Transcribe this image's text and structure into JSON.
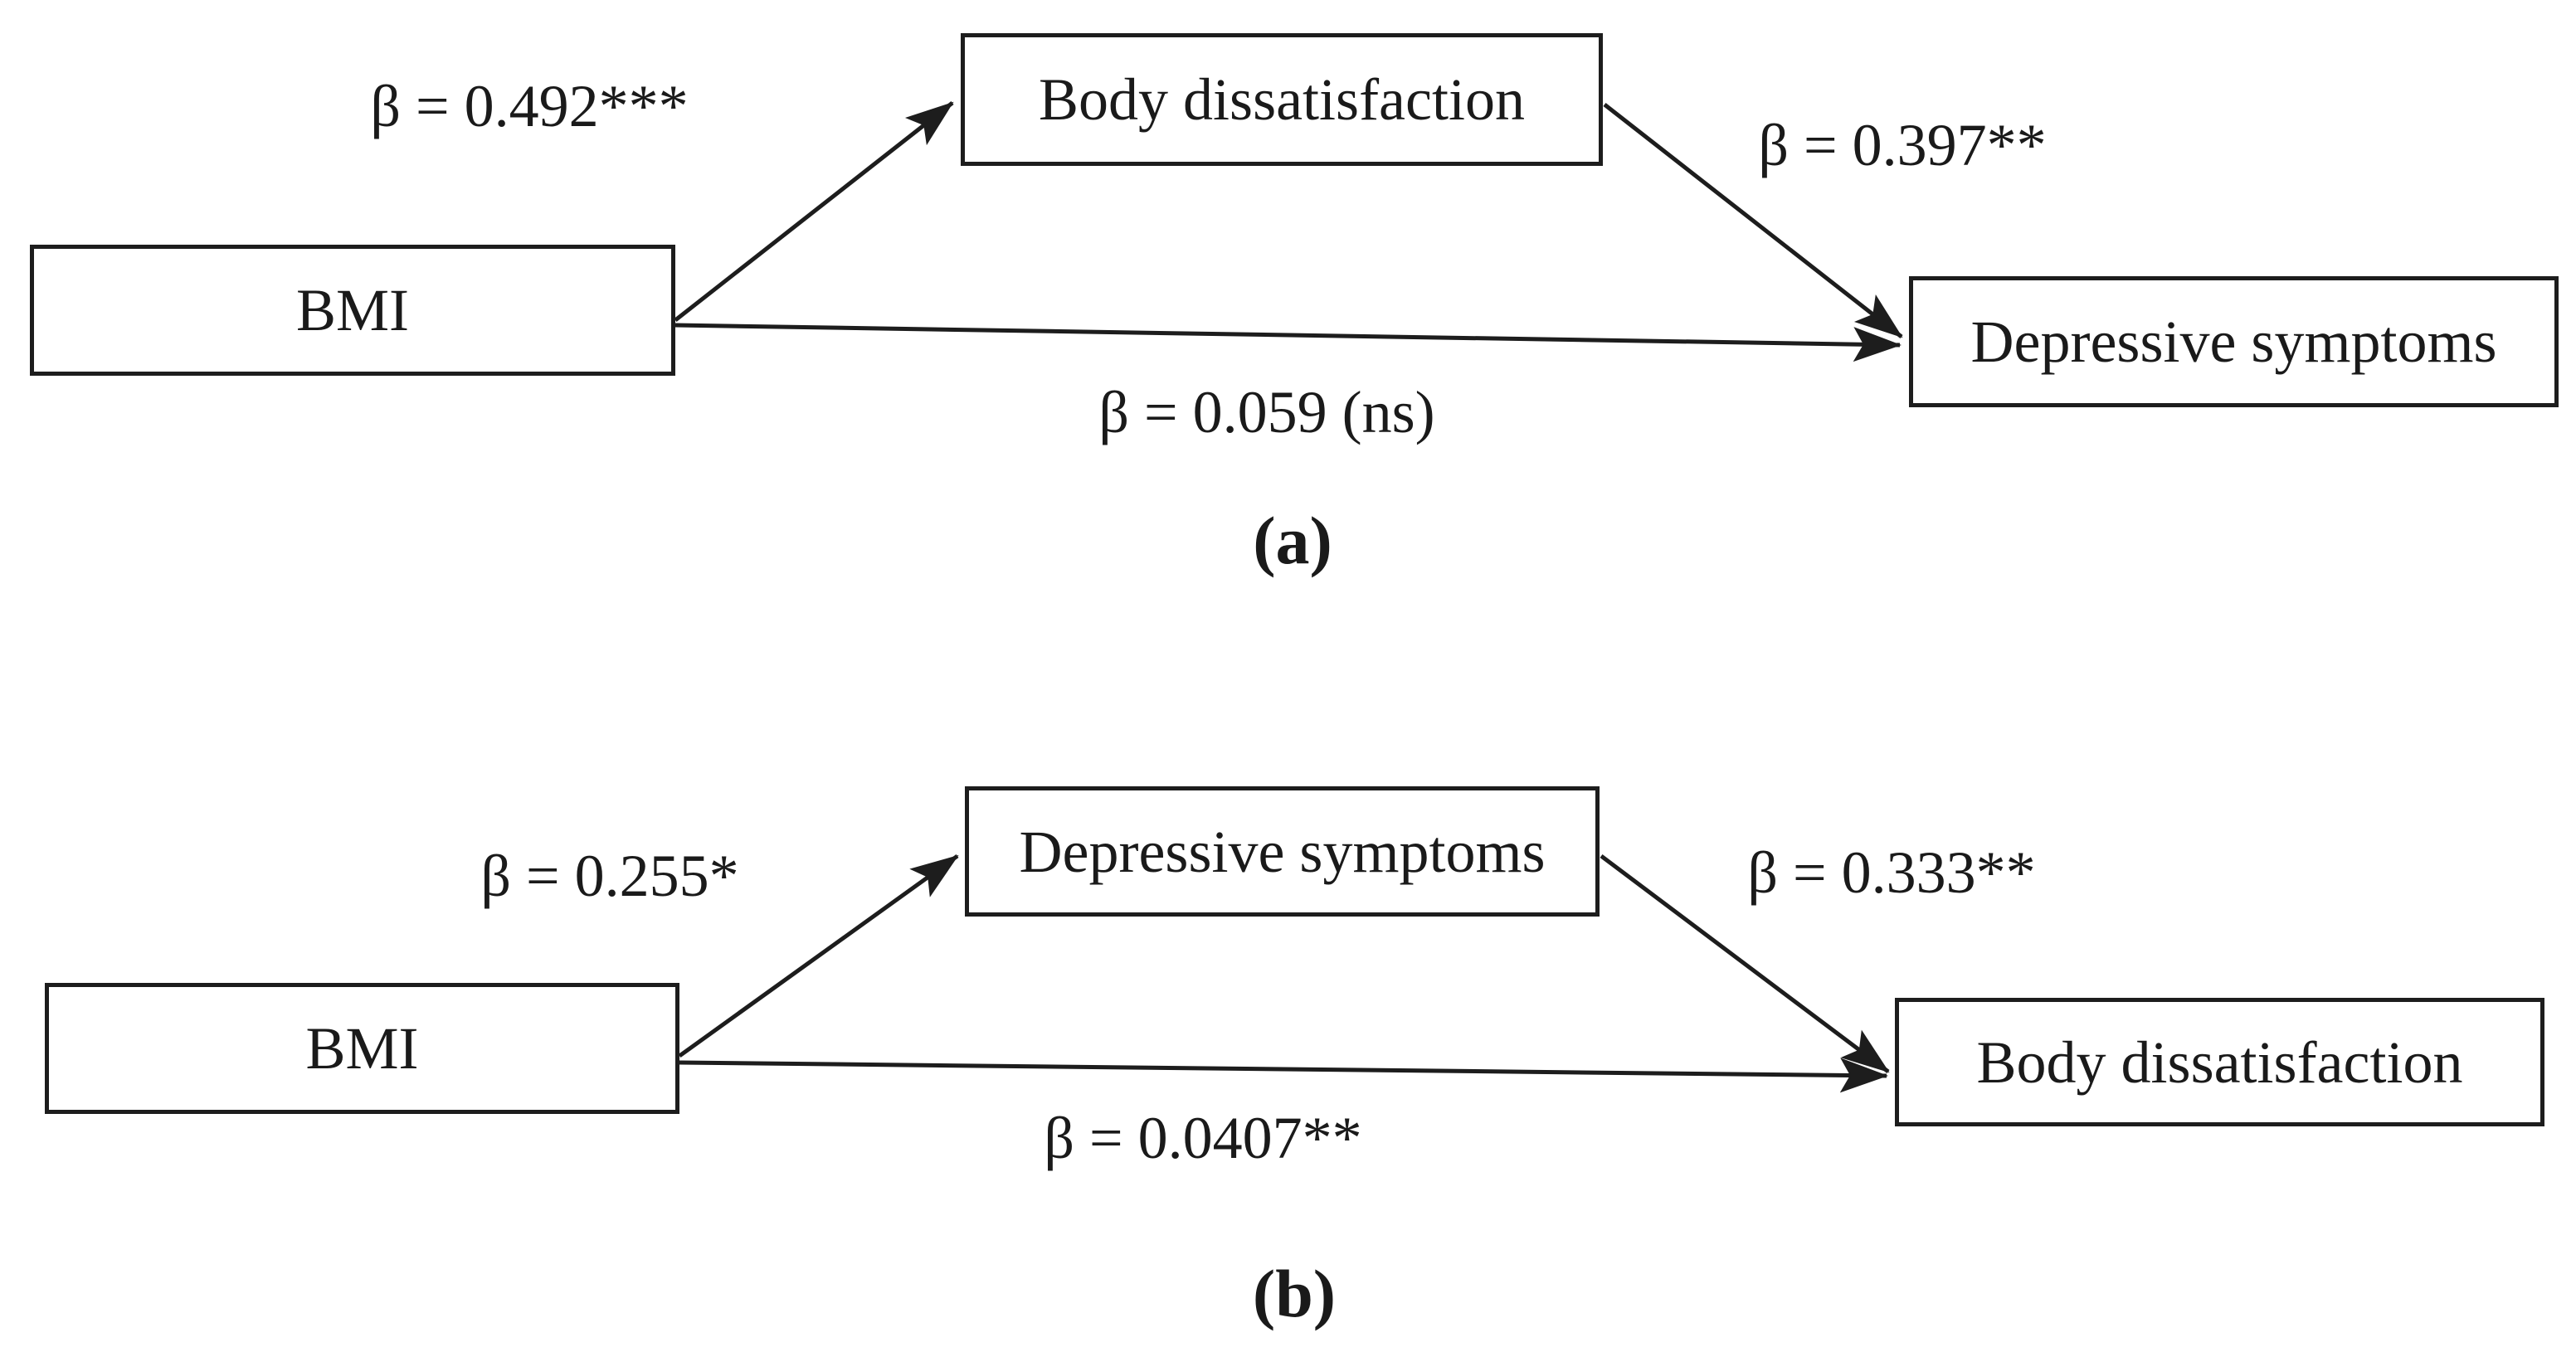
{
  "figure": {
    "background_color": "#ffffff",
    "line_color": "#1d1d1d",
    "text_color": "#1a1a1a",
    "panels": [
      {
        "id": "a",
        "caption": "(a)",
        "nodes": {
          "predictor": "BMI",
          "mediator": "Body dissatisfaction",
          "outcome": "Depressive symptoms"
        },
        "paths": {
          "predictor_to_mediator": "β = 0.492***",
          "mediator_to_outcome": "β = 0.397**",
          "direct": "β = 0.059 (ns)"
        }
      },
      {
        "id": "b",
        "caption": "(b)",
        "nodes": {
          "predictor": "BMI",
          "mediator": "Depressive symptoms",
          "outcome": "Body dissatisfaction"
        },
        "paths": {
          "predictor_to_mediator": "β = 0.255*",
          "mediator_to_outcome": "β = 0.333**",
          "direct": "β = 0.0407**"
        }
      }
    ]
  }
}
